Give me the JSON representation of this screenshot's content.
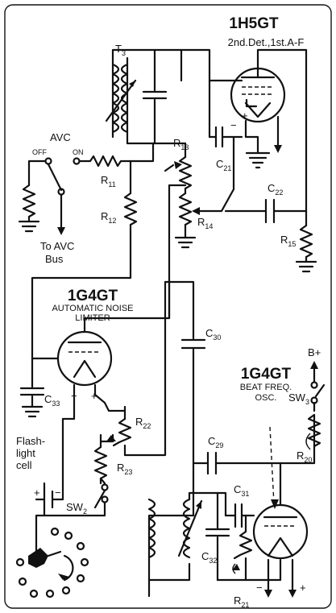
{
  "tubes": {
    "t1": {
      "name": "1H5GT",
      "function": "2nd.Det.,1st.A-F"
    },
    "t2": {
      "name": "1G4GT",
      "function_line1": "AUTOMATIC NOISE",
      "function_line2": "LIMITER"
    },
    "t3": {
      "name": "1G4GT",
      "function_line1": "BEAT FREQ.",
      "function_line2": "OSC."
    }
  },
  "labels": {
    "T3": "T",
    "T3_sub": "3",
    "AVC": "AVC",
    "OFF": "OFF",
    "ON": "ON",
    "to_avc_1": "To AVC",
    "to_avc_2": "Bus",
    "R11": "R",
    "R11_sub": "11",
    "R12": "R",
    "R12_sub": "12",
    "R13": "R",
    "R13_sub": "13",
    "R14": "R",
    "R14_sub": "14",
    "R15": "R",
    "R15_sub": "15",
    "R20": "R",
    "R20_sub": "20",
    "R21": "R",
    "R21_sub": "21",
    "R22": "R",
    "R22_sub": "22",
    "R23": "R",
    "R23_sub": "23",
    "C21": "C",
    "C21_sub": "21",
    "C22": "C",
    "C22_sub": "22",
    "C29": "C",
    "C29_sub": "29",
    "C30": "C",
    "C30_sub": "30",
    "C31": "C",
    "C31_sub": "31",
    "C32": "C",
    "C32_sub": "32",
    "C33": "C",
    "C33_sub": "33",
    "SW2": "SW",
    "SW2_sub": "2",
    "SW3": "SW",
    "SW3_sub": "3",
    "Bplus": "B+",
    "flash1": "Flash-",
    "flash2": "light",
    "flash3": "cell",
    "plus": "+",
    "minus": "−"
  }
}
